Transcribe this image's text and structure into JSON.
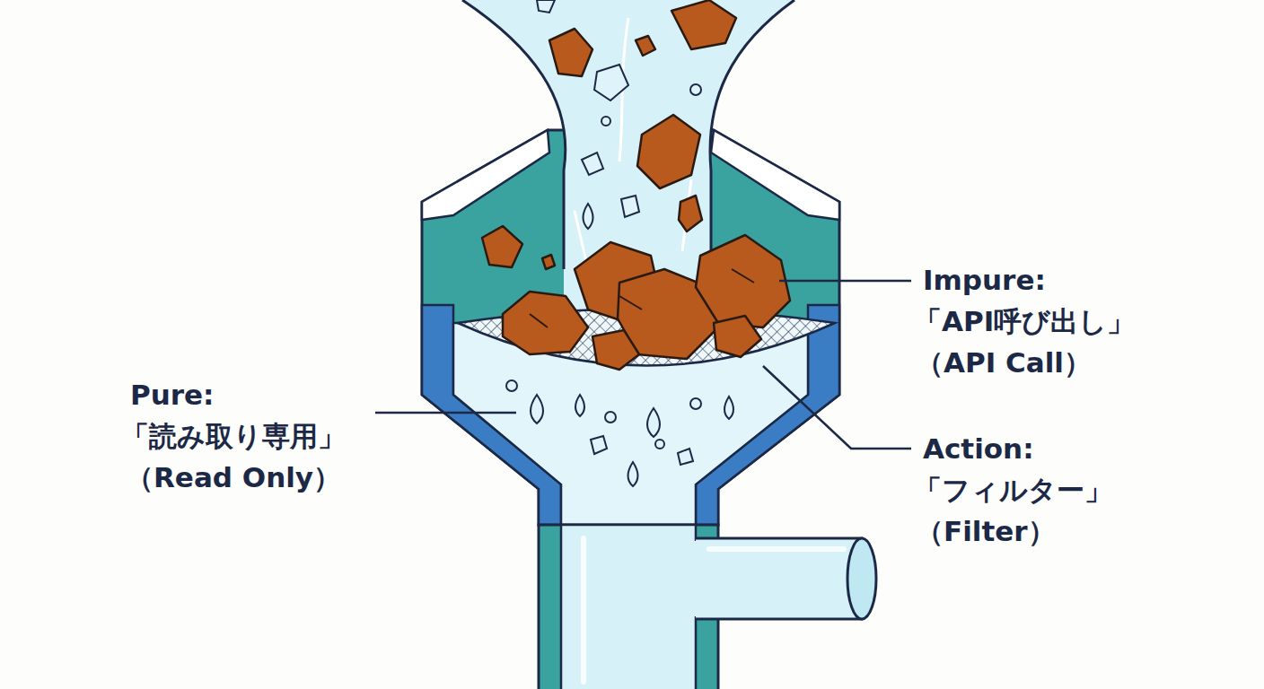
{
  "diagram": {
    "labels": [
      "Impure:",
      "「API呼び出し」",
      "（API Call）",
      "Pure:",
      "「読み取り専用」",
      "（Read Only）",
      "Action:",
      "「フィルター」",
      "（Filter）"
    ]
  }
}
